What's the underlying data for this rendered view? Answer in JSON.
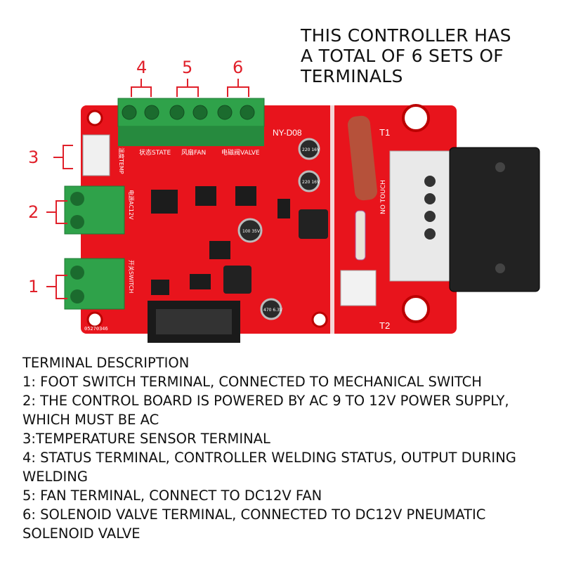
{
  "headline": [
    "THIS CONTROLLER HAS",
    "A TOTAL OF 6 SETS OF",
    "TERMINALS"
  ],
  "terminal_numbers": {
    "t1": "1",
    "t2": "2",
    "t3": "3",
    "t4": "4",
    "t5": "5",
    "t6": "6"
  },
  "board": {
    "model": "NY-D08",
    "state_label": "状态STATE",
    "fan_label": "风扇FAN",
    "valve_label": "电磁阀VALVE",
    "temp_label": "温度TEMP",
    "ac_label": "电源AC12V",
    "switch_label": "开关SWITCH",
    "no_touch": "NO TOUCH",
    "t1": "T1",
    "t2": "T2",
    "serial": "05270346",
    "cap_labels": [
      "220 16V",
      "220 16V",
      "100 35V",
      "470 6.3V"
    ]
  },
  "description": [
    "TERMINAL DESCRIPTION",
    "1: FOOT SWITCH TERMINAL, CONNECTED TO MECHANICAL SWITCH",
    "2: THE CONTROL BOARD IS POWERED BY AC 9 TO 12V POWER SUPPLY,",
    "WHICH MUST BE AC",
    "3:TEMPERATURE SENSOR TERMINAL",
    "4: STATUS TERMINAL, CONTROLLER WELDING STATUS, OUTPUT DURING",
    "WELDING",
    "5: FAN TERMINAL, CONNECT TO DC12V FAN",
    "6: SOLENOID VALVE TERMINAL, CONNECTED TO DC12V PNEUMATIC",
    "SOLENOID VALVE"
  ],
  "colors": {
    "pcb": "#e8141c",
    "terminal": "#2fa24a",
    "label_red": "#e0202a"
  }
}
